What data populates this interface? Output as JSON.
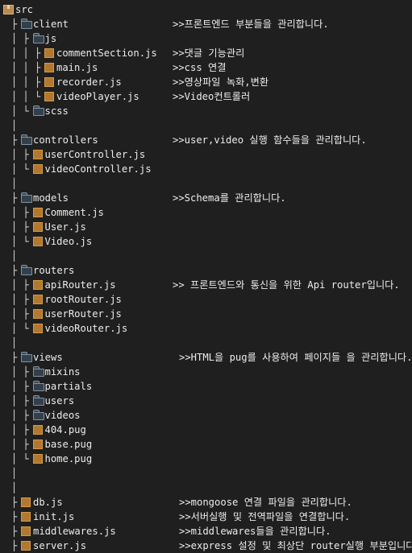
{
  "tree": [
    {
      "depth": 0,
      "kind": "package",
      "name": "src",
      "guides": []
    },
    {
      "depth": 1,
      "kind": "folder",
      "name": "client",
      "branch": "mid",
      "guides": [],
      "desc": ">>프론트엔드 부분들을 관리합니다.",
      "desc_col": 1
    },
    {
      "depth": 2,
      "kind": "folder",
      "name": "js",
      "branch": "mid",
      "guides": [
        1
      ]
    },
    {
      "depth": 3,
      "kind": "file",
      "name": "commentSection.js",
      "branch": "mid",
      "guides": [
        1,
        2
      ],
      "desc": ">>댓글 기능관리",
      "desc_col": 1
    },
    {
      "depth": 3,
      "kind": "file",
      "name": "main.js",
      "branch": "mid",
      "guides": [
        1,
        2
      ],
      "desc": ">>css 연결",
      "desc_col": 1
    },
    {
      "depth": 3,
      "kind": "file",
      "name": "recorder.js",
      "branch": "mid",
      "guides": [
        1,
        2
      ],
      "desc": ">>영상파일 녹화,변환",
      "desc_col": 1
    },
    {
      "depth": 3,
      "kind": "file",
      "name": "videoPlayer.js",
      "branch": "end",
      "guides": [
        1,
        2
      ],
      "desc": ">>Video컨트롤러",
      "desc_col": 1
    },
    {
      "depth": 2,
      "kind": "folder",
      "name": "scss",
      "branch": "end",
      "guides": [
        1
      ]
    },
    {
      "depth": 1,
      "kind": "blank",
      "name": "",
      "guides": [
        1
      ]
    },
    {
      "depth": 1,
      "kind": "folder",
      "name": "controllers",
      "branch": "mid",
      "guides": [],
      "desc": ">>user,video 실행 함수들을 관리합니다.",
      "desc_col": 1
    },
    {
      "depth": 2,
      "kind": "file",
      "name": "userController.js",
      "branch": "mid",
      "guides": [
        1
      ]
    },
    {
      "depth": 2,
      "kind": "file",
      "name": "videoController.js",
      "branch": "end",
      "guides": [
        1
      ]
    },
    {
      "depth": 1,
      "kind": "blank",
      "name": "",
      "guides": [
        1
      ]
    },
    {
      "depth": 1,
      "kind": "folder",
      "name": "models",
      "branch": "mid",
      "guides": [],
      "desc": ">>Schema를 관리합니다.",
      "desc_col": 1
    },
    {
      "depth": 2,
      "kind": "file",
      "name": "Comment.js",
      "branch": "mid",
      "guides": [
        1
      ]
    },
    {
      "depth": 2,
      "kind": "file",
      "name": "User.js",
      "branch": "mid",
      "guides": [
        1
      ]
    },
    {
      "depth": 2,
      "kind": "file",
      "name": "Video.js",
      "branch": "end",
      "guides": [
        1
      ]
    },
    {
      "depth": 1,
      "kind": "blank",
      "name": "",
      "guides": [
        1
      ]
    },
    {
      "depth": 1,
      "kind": "folder",
      "name": "routers",
      "branch": "mid",
      "guides": []
    },
    {
      "depth": 2,
      "kind": "file",
      "name": "apiRouter.js",
      "branch": "mid",
      "guides": [
        1
      ],
      "desc": ">> 프론트엔드와 통신을 위한 Api router입니다.",
      "desc_col": 1
    },
    {
      "depth": 2,
      "kind": "file",
      "name": "rootRouter.js",
      "branch": "mid",
      "guides": [
        1
      ]
    },
    {
      "depth": 2,
      "kind": "file",
      "name": "userRouter.js",
      "branch": "mid",
      "guides": [
        1
      ]
    },
    {
      "depth": 2,
      "kind": "file",
      "name": "videoRouter.js",
      "branch": "end",
      "guides": [
        1
      ]
    },
    {
      "depth": 1,
      "kind": "blank",
      "name": "",
      "guides": [
        1
      ]
    },
    {
      "depth": 1,
      "kind": "folder",
      "name": "views",
      "branch": "mid",
      "guides": [],
      "desc": ">>HTML을 pug를 사용하여 페이지들 을 관리합니다.",
      "desc_col": 2
    },
    {
      "depth": 2,
      "kind": "folder",
      "name": "mixins",
      "branch": "mid",
      "guides": [
        1
      ]
    },
    {
      "depth": 2,
      "kind": "folder",
      "name": "partials",
      "branch": "mid",
      "guides": [
        1
      ]
    },
    {
      "depth": 2,
      "kind": "folder",
      "name": "users",
      "branch": "mid",
      "guides": [
        1
      ]
    },
    {
      "depth": 2,
      "kind": "folder",
      "name": "videos",
      "branch": "mid",
      "guides": [
        1
      ]
    },
    {
      "depth": 2,
      "kind": "file",
      "name": "404.pug",
      "branch": "mid",
      "guides": [
        1
      ]
    },
    {
      "depth": 2,
      "kind": "file",
      "name": "base.pug",
      "branch": "mid",
      "guides": [
        1
      ]
    },
    {
      "depth": 2,
      "kind": "file",
      "name": "home.pug",
      "branch": "end",
      "guides": [
        1
      ]
    },
    {
      "depth": 1,
      "kind": "blank",
      "name": "",
      "guides": [
        1
      ]
    },
    {
      "depth": 1,
      "kind": "blank",
      "name": "",
      "guides": [
        1
      ]
    },
    {
      "depth": 1,
      "kind": "file",
      "name": "db.js",
      "branch": "mid",
      "guides": [],
      "desc": ">>mongoose 연결 파일을 관리합니다.",
      "desc_col": 2
    },
    {
      "depth": 1,
      "kind": "file",
      "name": "init.js",
      "branch": "mid",
      "guides": [],
      "desc": ">>서버실행 및 전역파일을 연결합니다.",
      "desc_col": 2
    },
    {
      "depth": 1,
      "kind": "file",
      "name": "middlewares.js",
      "branch": "mid",
      "guides": [],
      "desc": ">>middlewares들을 관리합니다.",
      "desc_col": 2
    },
    {
      "depth": 1,
      "kind": "file",
      "name": "server.js",
      "branch": "mid",
      "guides": [],
      "desc": ">>express 설정 및 최상단 router실행 부분입니다.",
      "desc_col": 2
    }
  ]
}
